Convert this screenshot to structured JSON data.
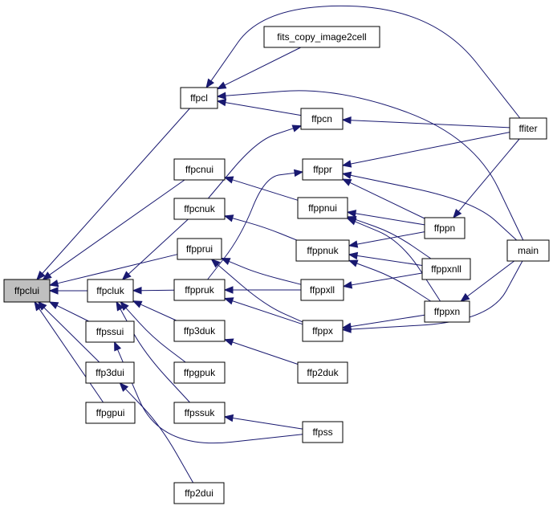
{
  "graph": {
    "focus_node": "ffpclui",
    "colors": {
      "edge": "#191970",
      "node_border": "#000000",
      "node_fill": "#ffffff",
      "focus_fill": "#bfbfbf"
    },
    "nodes": {
      "ffpclui": "ffpclui",
      "ffpcl": "ffpcl",
      "fits_copy_image2cell": "fits_copy_image2cell",
      "ffpcn": "ffpcn",
      "ffiter": "ffiter",
      "main": "main",
      "ffpcnui": "ffpcnui",
      "ffpcnuk": "ffpcnuk",
      "ffppr": "ffppr",
      "ffppnui": "ffppnui",
      "ffppn": "ffppn",
      "ffpprui": "ffpprui",
      "ffppnuk": "ffppnuk",
      "ffppxnll": "ffppxnll",
      "ffpcluk": "ffpcluk",
      "ffppruk": "ffppruk",
      "ffppxll": "ffppxll",
      "ffppxn": "ffppxn",
      "ffpssui": "ffpssui",
      "ffp3duk": "ffp3duk",
      "ffppx": "ffppx",
      "ffp3dui": "ffp3dui",
      "ffpgpuk": "ffpgpuk",
      "ffp2duk": "ffp2duk",
      "ffpgpui": "ffpgpui",
      "ffpssuk": "ffpssuk",
      "ffpss": "ffpss",
      "ffp2dui": "ffp2dui"
    },
    "edges": [
      [
        "ffpcl",
        "ffpclui"
      ],
      [
        "ffpcnui",
        "ffpclui"
      ],
      [
        "ffpprui",
        "ffpclui"
      ],
      [
        "ffpcluk",
        "ffpclui"
      ],
      [
        "ffpssui",
        "ffpclui"
      ],
      [
        "ffp3dui",
        "ffpclui"
      ],
      [
        "ffpgpui",
        "ffpclui"
      ],
      [
        "fits_copy_image2cell",
        "ffpcl"
      ],
      [
        "ffiter",
        "ffpcl"
      ],
      [
        "main",
        "ffpcl"
      ],
      [
        "ffpcn",
        "ffpcl"
      ],
      [
        "ffiter",
        "ffpcn"
      ],
      [
        "ffpcnuk",
        "ffpcn"
      ],
      [
        "ffppnui",
        "ffpcnui"
      ],
      [
        "ffpcnuk",
        "ffpcluk"
      ],
      [
        "ffppnuk",
        "ffpcnuk"
      ],
      [
        "ffiter",
        "ffppr"
      ],
      [
        "main",
        "ffppr"
      ],
      [
        "ffppn",
        "ffppr"
      ],
      [
        "ffppruk",
        "ffppr"
      ],
      [
        "ffppn",
        "ffppnui"
      ],
      [
        "ffppxnll",
        "ffppnui"
      ],
      [
        "ffppxn",
        "ffppnui"
      ],
      [
        "ffppn",
        "ffppnuk"
      ],
      [
        "ffppxnll",
        "ffppnuk"
      ],
      [
        "ffppxn",
        "ffppnuk"
      ],
      [
        "ffiter",
        "ffppn"
      ],
      [
        "main",
        "ffppxn"
      ],
      [
        "ffppxll",
        "ffpprui"
      ],
      [
        "ffppx",
        "ffpprui"
      ],
      [
        "ffppruk",
        "ffpcluk"
      ],
      [
        "ffppxll",
        "ffppruk"
      ],
      [
        "ffppx",
        "ffppruk"
      ],
      [
        "ffppxnll",
        "ffppxll"
      ],
      [
        "ffppxn",
        "ffppx"
      ],
      [
        "main",
        "ffppx"
      ],
      [
        "ffp3duk",
        "ffpcluk"
      ],
      [
        "ffpgpuk",
        "ffpcluk"
      ],
      [
        "ffpssuk",
        "ffpcluk"
      ],
      [
        "ffp2duk",
        "ffp3duk"
      ],
      [
        "ffpss",
        "ffpssuk"
      ],
      [
        "ffpss",
        "ffpssui"
      ],
      [
        "ffp2dui",
        "ffp3dui"
      ]
    ]
  }
}
